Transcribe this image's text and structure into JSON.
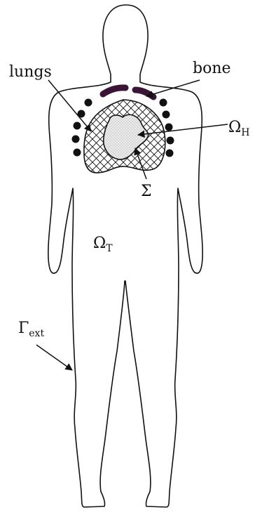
{
  "labels": {
    "lungs": "lungs",
    "bone": "bone",
    "omega_h_main": "Ω",
    "omega_h_sub": "H",
    "sigma": "Σ",
    "omega_t_main": "Ω",
    "omega_t_sub": "T",
    "gamma_main": "Γ",
    "gamma_sub": "ext"
  },
  "colors": {
    "outline": "#111111",
    "bone": "#3b1537",
    "rib_dots": "#111111",
    "background": "#ffffff",
    "heart_fill": "#e6e6e6"
  }
}
